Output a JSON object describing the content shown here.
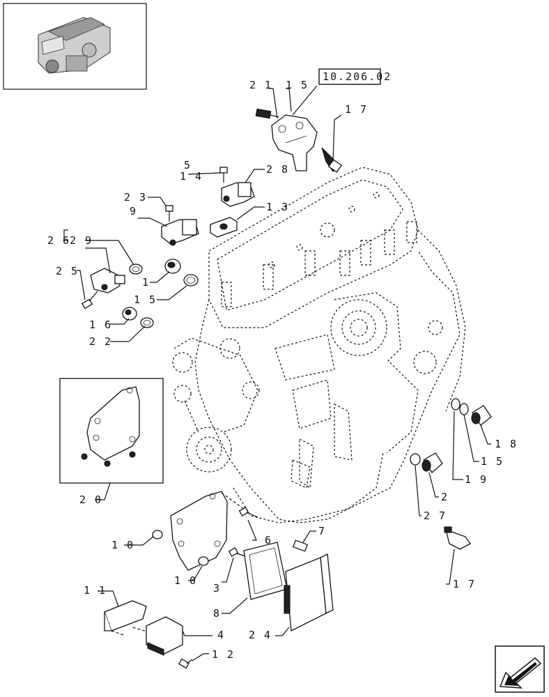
{
  "reference": {
    "code": "10.206.02"
  },
  "callouts": [
    {
      "id": "c21",
      "label": "2 1"
    },
    {
      "id": "c15a",
      "label": "1 5"
    },
    {
      "id": "c17a",
      "label": "1 7"
    },
    {
      "id": "c5",
      "label": "5"
    },
    {
      "id": "c14",
      "label": "1 4"
    },
    {
      "id": "c28",
      "label": "2 8"
    },
    {
      "id": "c23",
      "label": "2 3"
    },
    {
      "id": "c9",
      "label": "9"
    },
    {
      "id": "c13",
      "label": "1 3"
    },
    {
      "id": "c26",
      "label": "2 6"
    },
    {
      "id": "c29",
      "label": "2 9"
    },
    {
      "id": "c25",
      "label": "2 5"
    },
    {
      "id": "c1",
      "label": "1"
    },
    {
      "id": "c15b",
      "label": "1 5"
    },
    {
      "id": "c16",
      "label": "1 6"
    },
    {
      "id": "c22",
      "label": "2 2"
    },
    {
      "id": "c18",
      "label": "1 8"
    },
    {
      "id": "c15c",
      "label": "1 5"
    },
    {
      "id": "c19",
      "label": "1 9"
    },
    {
      "id": "c2",
      "label": "2"
    },
    {
      "id": "c27",
      "label": "2 7"
    },
    {
      "id": "c20",
      "label": "2 0"
    },
    {
      "id": "c10a",
      "label": "1 0"
    },
    {
      "id": "c6",
      "label": "6"
    },
    {
      "id": "c7",
      "label": "7"
    },
    {
      "id": "c10b",
      "label": "1 0"
    },
    {
      "id": "c3",
      "label": "3"
    },
    {
      "id": "c17b",
      "label": "1 7"
    },
    {
      "id": "c11",
      "label": "1 1"
    },
    {
      "id": "c8",
      "label": "8"
    },
    {
      "id": "c4",
      "label": "4"
    },
    {
      "id": "c24",
      "label": "2 4"
    },
    {
      "id": "c12",
      "label": "1 2"
    }
  ],
  "icons": {
    "thumbnail": "engine-thumbnail-icon",
    "navigation": "previous-page-arrow-icon"
  }
}
